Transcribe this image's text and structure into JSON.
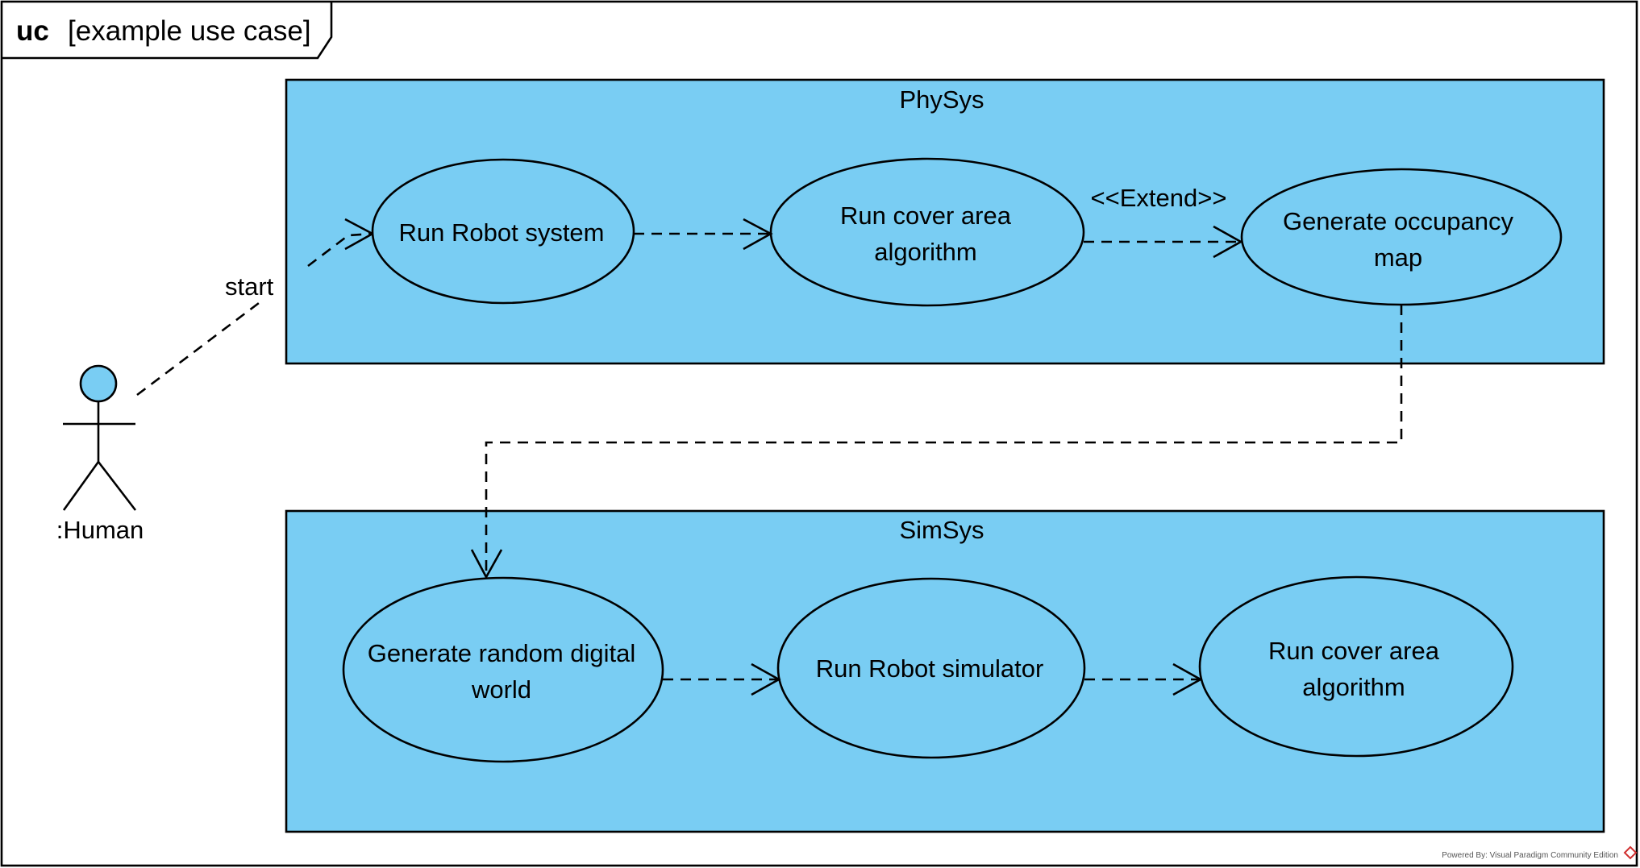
{
  "frame": {
    "keyword": "uc",
    "name": "[example use case]"
  },
  "systems": {
    "physys": "PhySys",
    "simsys": "SimSys"
  },
  "actor": {
    "name": ":Human"
  },
  "use_cases": {
    "run_robot_system": [
      "Run Robot system"
    ],
    "run_cover_area_top": [
      "Run cover area",
      "algorithm"
    ],
    "generate_occupancy_map": [
      "Generate occupancy",
      "map"
    ],
    "generate_random_world": [
      "Generate random digital",
      "world"
    ],
    "run_robot_simulator": [
      "Run Robot simulator"
    ],
    "run_cover_area_bottom": [
      "Run cover area",
      "algorithm"
    ]
  },
  "relations": {
    "start_label": "start",
    "extend_label": "<<Extend>>"
  },
  "colors": {
    "fill": "#79cdf3",
    "stroke": "#000000"
  },
  "credit": "Powered By: Visual Paradigm Community Edition"
}
